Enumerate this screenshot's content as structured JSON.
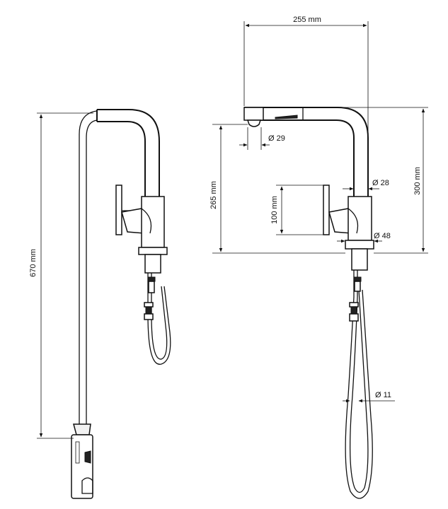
{
  "dimensions": {
    "total_height": "670 mm",
    "reach": "255 mm",
    "spout_height": "265 mm",
    "overall_height": "300 mm",
    "handle_height": "100 mm",
    "aerator_diameter": "Ø 29",
    "spout_diameter": "Ø 28",
    "base_diameter": "Ø 48",
    "hose_diameter": "Ø 11"
  },
  "colors": {
    "line": "#111111",
    "background": "#ffffff"
  }
}
